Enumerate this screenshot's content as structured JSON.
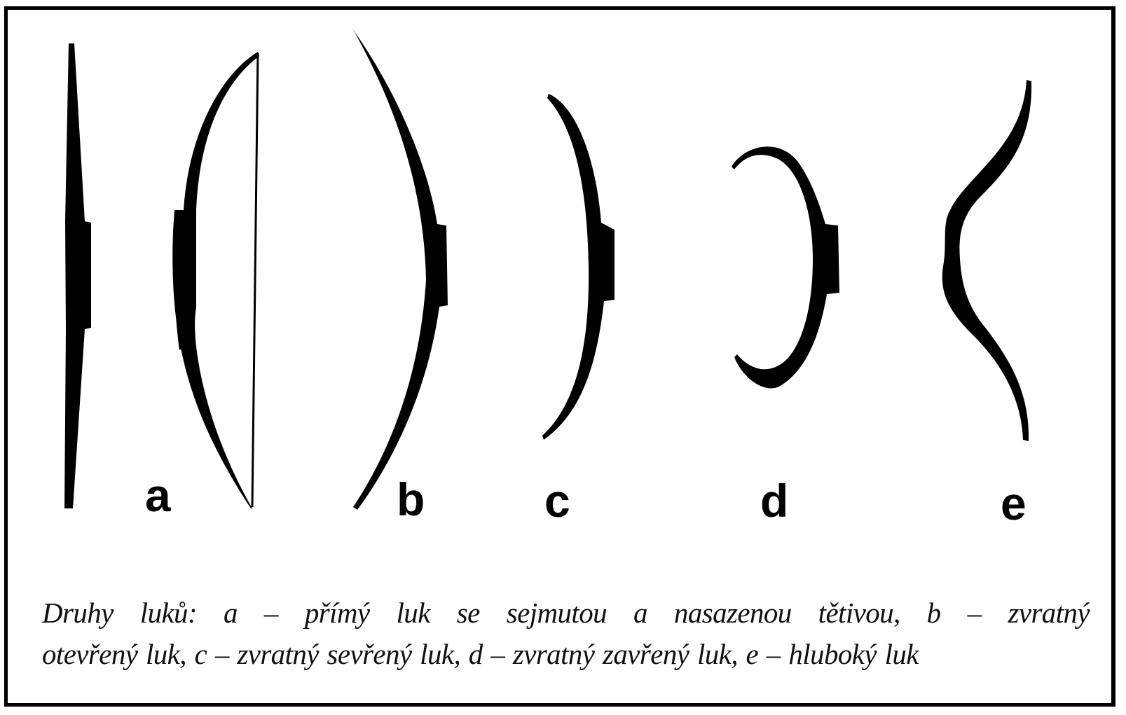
{
  "figure": {
    "bows": [
      {
        "id": "a",
        "label": "a",
        "shape": "straight-bow-unstrung-and-strung"
      },
      {
        "id": "b",
        "label": "b",
        "shape": "reflex-open-bow"
      },
      {
        "id": "c",
        "label": "c",
        "shape": "reflex-closed-bow"
      },
      {
        "id": "d",
        "label": "d",
        "shape": "reflex-shut-bow"
      },
      {
        "id": "e",
        "label": "e",
        "shape": "deep-bow"
      }
    ],
    "ink_color": "#000000",
    "background_color": "#ffffff"
  },
  "caption": {
    "line1": "Druhy luků: a – přímý luk se sejmutou a nasazenou tětivou, b – zvratný",
    "line2": "otevřený luk, c – zvratný sevřený luk, d – zvratný zavřený luk, e – hluboký luk"
  }
}
